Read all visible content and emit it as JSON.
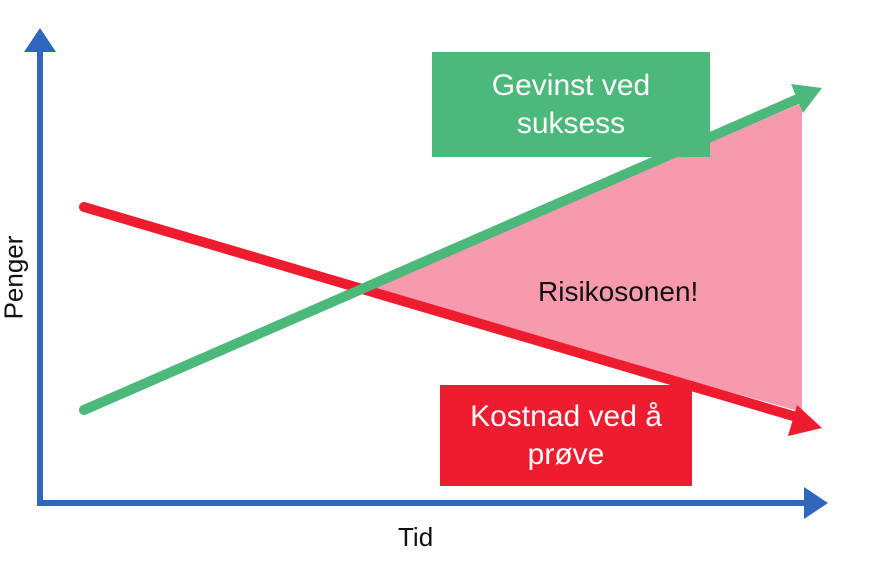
{
  "title": "Risikosonen diagram",
  "axes": {
    "x_label": "Tid",
    "y_label": "Penger"
  },
  "labels": {
    "gain": "Gevinst ved suksess",
    "cost": "Kostnad ved å prøve",
    "risk_zone": "Risikosonen!"
  },
  "colors": {
    "axis": "#2f67bd",
    "gain": "#4cb87a",
    "cost": "#ee1c2e",
    "risk_zone": "#f79aae"
  }
}
